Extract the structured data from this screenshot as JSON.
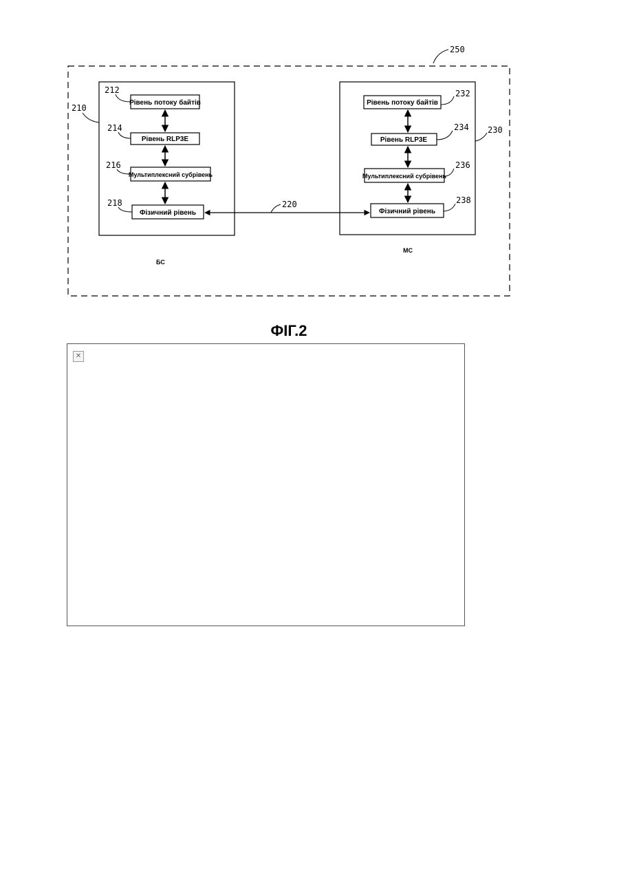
{
  "figure": {
    "title": "ФІГ.2"
  },
  "system": {
    "ref": "250"
  },
  "bs": {
    "ref": "210",
    "caption": "БС",
    "layers": [
      {
        "ref": "212",
        "label": "Рівень потоку байтів"
      },
      {
        "ref": "214",
        "label": "Рівень RLP3E"
      },
      {
        "ref": "216",
        "label": "Мультиплексний субрівень"
      },
      {
        "ref": "218",
        "label": "Фізичний рівень"
      }
    ]
  },
  "ms": {
    "ref": "230",
    "caption": "МС",
    "layers": [
      {
        "ref": "232",
        "label": "Рівень потоку байтів"
      },
      {
        "ref": "234",
        "label": "Рівень RLP3E"
      },
      {
        "ref": "236",
        "label": "Мультиплексний субрівень"
      },
      {
        "ref": "238",
        "label": "Фізичний рівень"
      }
    ]
  },
  "link": {
    "ref": "220"
  },
  "broken_image": {
    "icon": "broken-image-icon"
  }
}
